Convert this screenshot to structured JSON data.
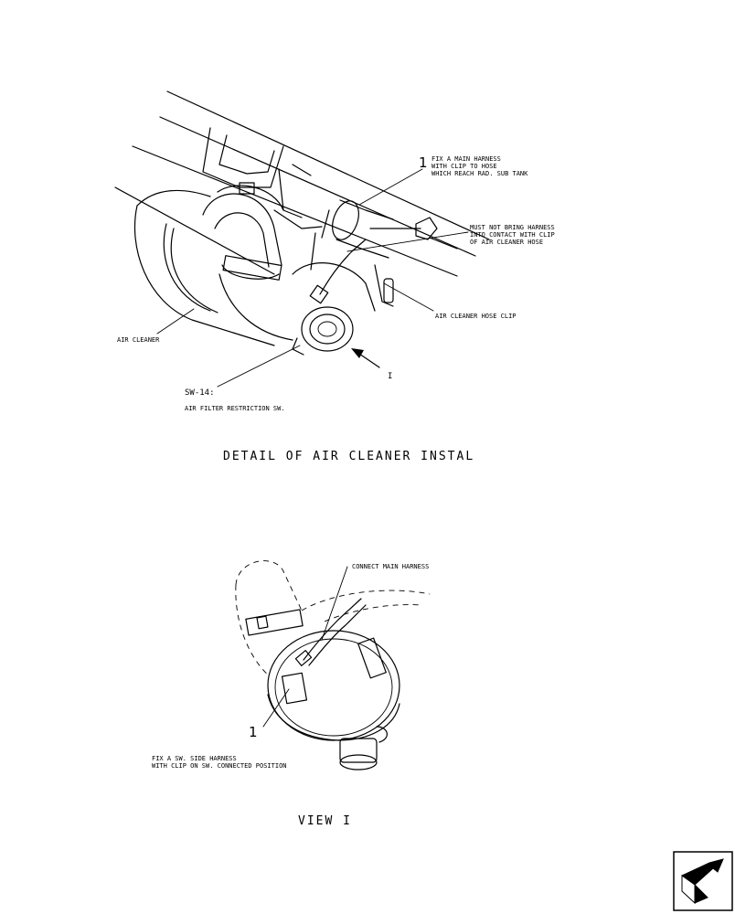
{
  "detail": {
    "title": "DETAIL OF AIR CLEANER INSTAL",
    "callout_number": "1",
    "callout_1_lines": [
      "FIX A MAIN HARNESS",
      "WITH CLIP TO HOSE",
      "WHICH REACH RAD. SUB TANK"
    ],
    "warning_lines": [
      "MUST NOT BRING HARNESS",
      "INTO CONTACT WITH CLIP",
      "OF AIR CLEANER HOSE"
    ],
    "hose_clip_label": "AIR CLEANER HOSE CLIP",
    "air_cleaner_label": "AIR CLEANER",
    "switch_code": "SW-14:",
    "switch_label": "AIR FILTER RESTRICTION SW.",
    "view_marker": "I"
  },
  "view": {
    "title": "VIEW I",
    "connect_label": "CONNECT MAIN HARNESS",
    "callout_number": "1",
    "side_harness_lines": [
      "FIX A SW. SIDE HARNESS",
      "WITH CLIP ON SW. CONNECTED POSITION"
    ]
  },
  "nav": {
    "icon": "next-page-arrow-icon"
  }
}
